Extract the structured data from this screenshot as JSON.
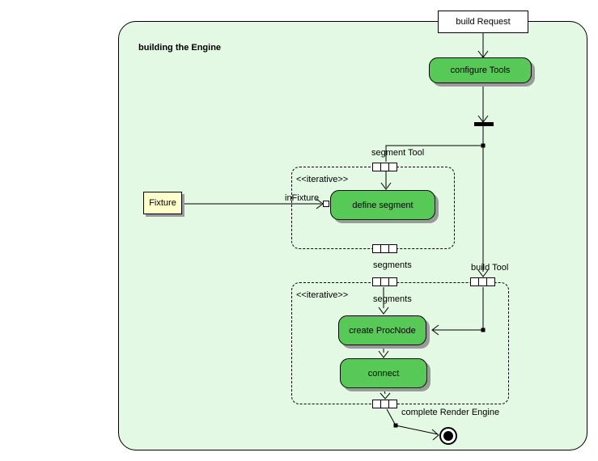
{
  "frame": {
    "label": "building the Engine"
  },
  "nodes": {
    "build_request": "build Request",
    "configure_tools": "configure Tools",
    "define_segment": "define segment",
    "create_procnode": "create ProcNode",
    "connect": "connect",
    "fixture": "Fixture"
  },
  "labels": {
    "segment_tool": "segment Tool",
    "in_fixture": "inFixture",
    "iterative_1": "<<iterative>>",
    "iterative_2": "<<iterative>>",
    "segments_1": "segments",
    "segments_2": "segments",
    "build_tool": "build Tool",
    "complete_render_engine": "complete Render Engine"
  },
  "colors": {
    "frame_fill": "#e3f9e3",
    "action_fill": "#57c957",
    "object_fill": "#ffffcc",
    "shadow": "#9a9a9a",
    "line": "#000000"
  }
}
